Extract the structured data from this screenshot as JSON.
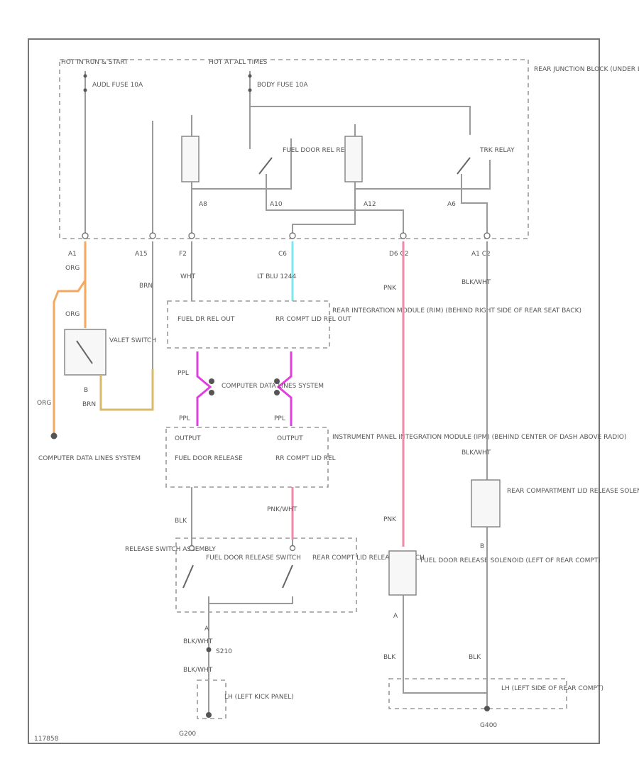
{
  "diagram_id": "117858",
  "power": {
    "hot_in_run": "HOT IN RUN & START",
    "hot_at_all_times": "HOT AT ALL TIMES",
    "fuse_a": "AUDL FUSE 10A",
    "fuse_b": "BODY FUSE 10A"
  },
  "junction_block": "REAR JUNCTION BLOCK (UNDER LEFT REAR SEAT)",
  "relays": {
    "fuel_door": "FUEL DOOR REL RELAY",
    "trunk": "TRK RELAY"
  },
  "pins": {
    "a1": "A1",
    "a15": "A15",
    "f2": "F2",
    "c6": "C6",
    "d6c2": "D6 C2",
    "a1c2": "A1 C2",
    "a8": "A8",
    "a10": "A10",
    "a12": "A12",
    "a6": "A6",
    "b": "B",
    "a": "A"
  },
  "wires": {
    "org": "ORG",
    "brn": "BRN",
    "wht": "WHT",
    "lt_blu": "LT BLU 1244",
    "pnk": "PNK",
    "blk_wht": "BLK/WHT",
    "blk": "BLK",
    "ppl": "PPL",
    "pnk_wht": "PNK/WHT"
  },
  "valet_switch": "VALET SWITCH",
  "computer_data_lines": "COMPUTER DATA LINES SYSTEM",
  "rim": {
    "fuel_dr": "FUEL DR REL OUT",
    "rr_compt": "RR COMPT LID REL OUT",
    "label": "REAR INTEGRATION MODULE (RIM) (BEHIND RIGHT SIDE OF REAR SEAT BACK)"
  },
  "ipm": {
    "output1": "OUTPUT",
    "output2": "OUTPUT",
    "fuel_door": "FUEL DOOR RELEASE",
    "rr_compt": "RR COMPT LID REL",
    "label": "INSTRUMENT PANEL INTEGRATION MODULE (IPM) (BEHIND CENTER OF DASH ABOVE RADIO)"
  },
  "switches": {
    "assembly": "RELEASE SWITCH ASSEMBLY",
    "fuel_door": "FUEL DOOR RELEASE SWITCH",
    "rear_compt": "REAR COMPT LID RELEASE SWITCH"
  },
  "solenoids": {
    "rear_lid": "REAR COMPARTMENT LID RELEASE SOLENOID (CENTER REAR OF REAR COMPT LID)",
    "fuel_door": "FUEL DOOR RELEASE SOLENOID (LEFT OF REAR COMPT)"
  },
  "grounds": {
    "s210": "S210",
    "g200": "G200",
    "g400": "G400",
    "lh_kick": "LH (LEFT KICK PANEL)",
    "lh_rear": "LH (LEFT SIDE OF REAR COMPT)"
  },
  "colors": {
    "orange": "#f4a860",
    "tan": "#d9b96a",
    "cyan": "#7ee8ee",
    "pink": "#f08aa8",
    "magenta": "#e040e0"
  }
}
